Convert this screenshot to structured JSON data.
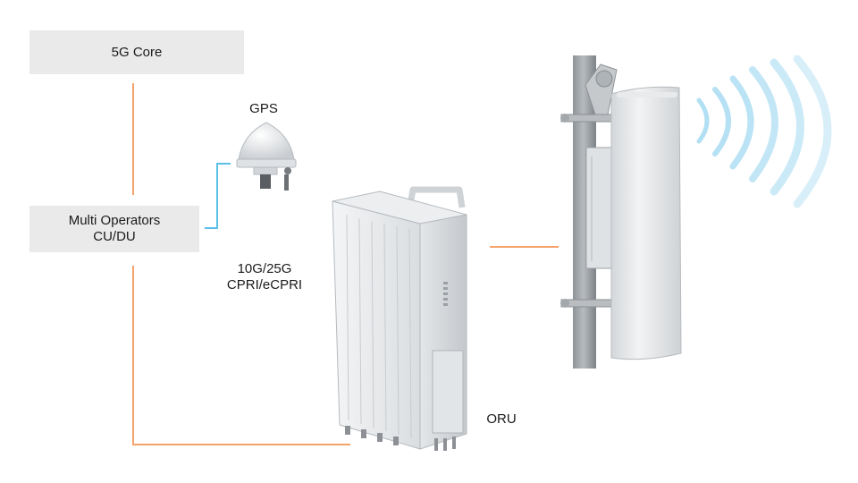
{
  "nodes": {
    "core": "5G Core",
    "cu_du_line1": "Multi Operators",
    "cu_du_line2": "CU/DU",
    "gps": "GPS",
    "link_line1": "10G/25G",
    "link_line2": "CPRI/eCPRI",
    "oru": "ORU"
  },
  "colors": {
    "orange_link": "#f4a36b",
    "blue_link": "#5bc0e6",
    "box_bg": "#eaeaea",
    "wave": "#a9dcf2"
  },
  "icons": [
    "gps-antenna-icon",
    "oru-radio-unit-icon",
    "pole-panel-antenna-icon",
    "signal-waves-icon"
  ]
}
